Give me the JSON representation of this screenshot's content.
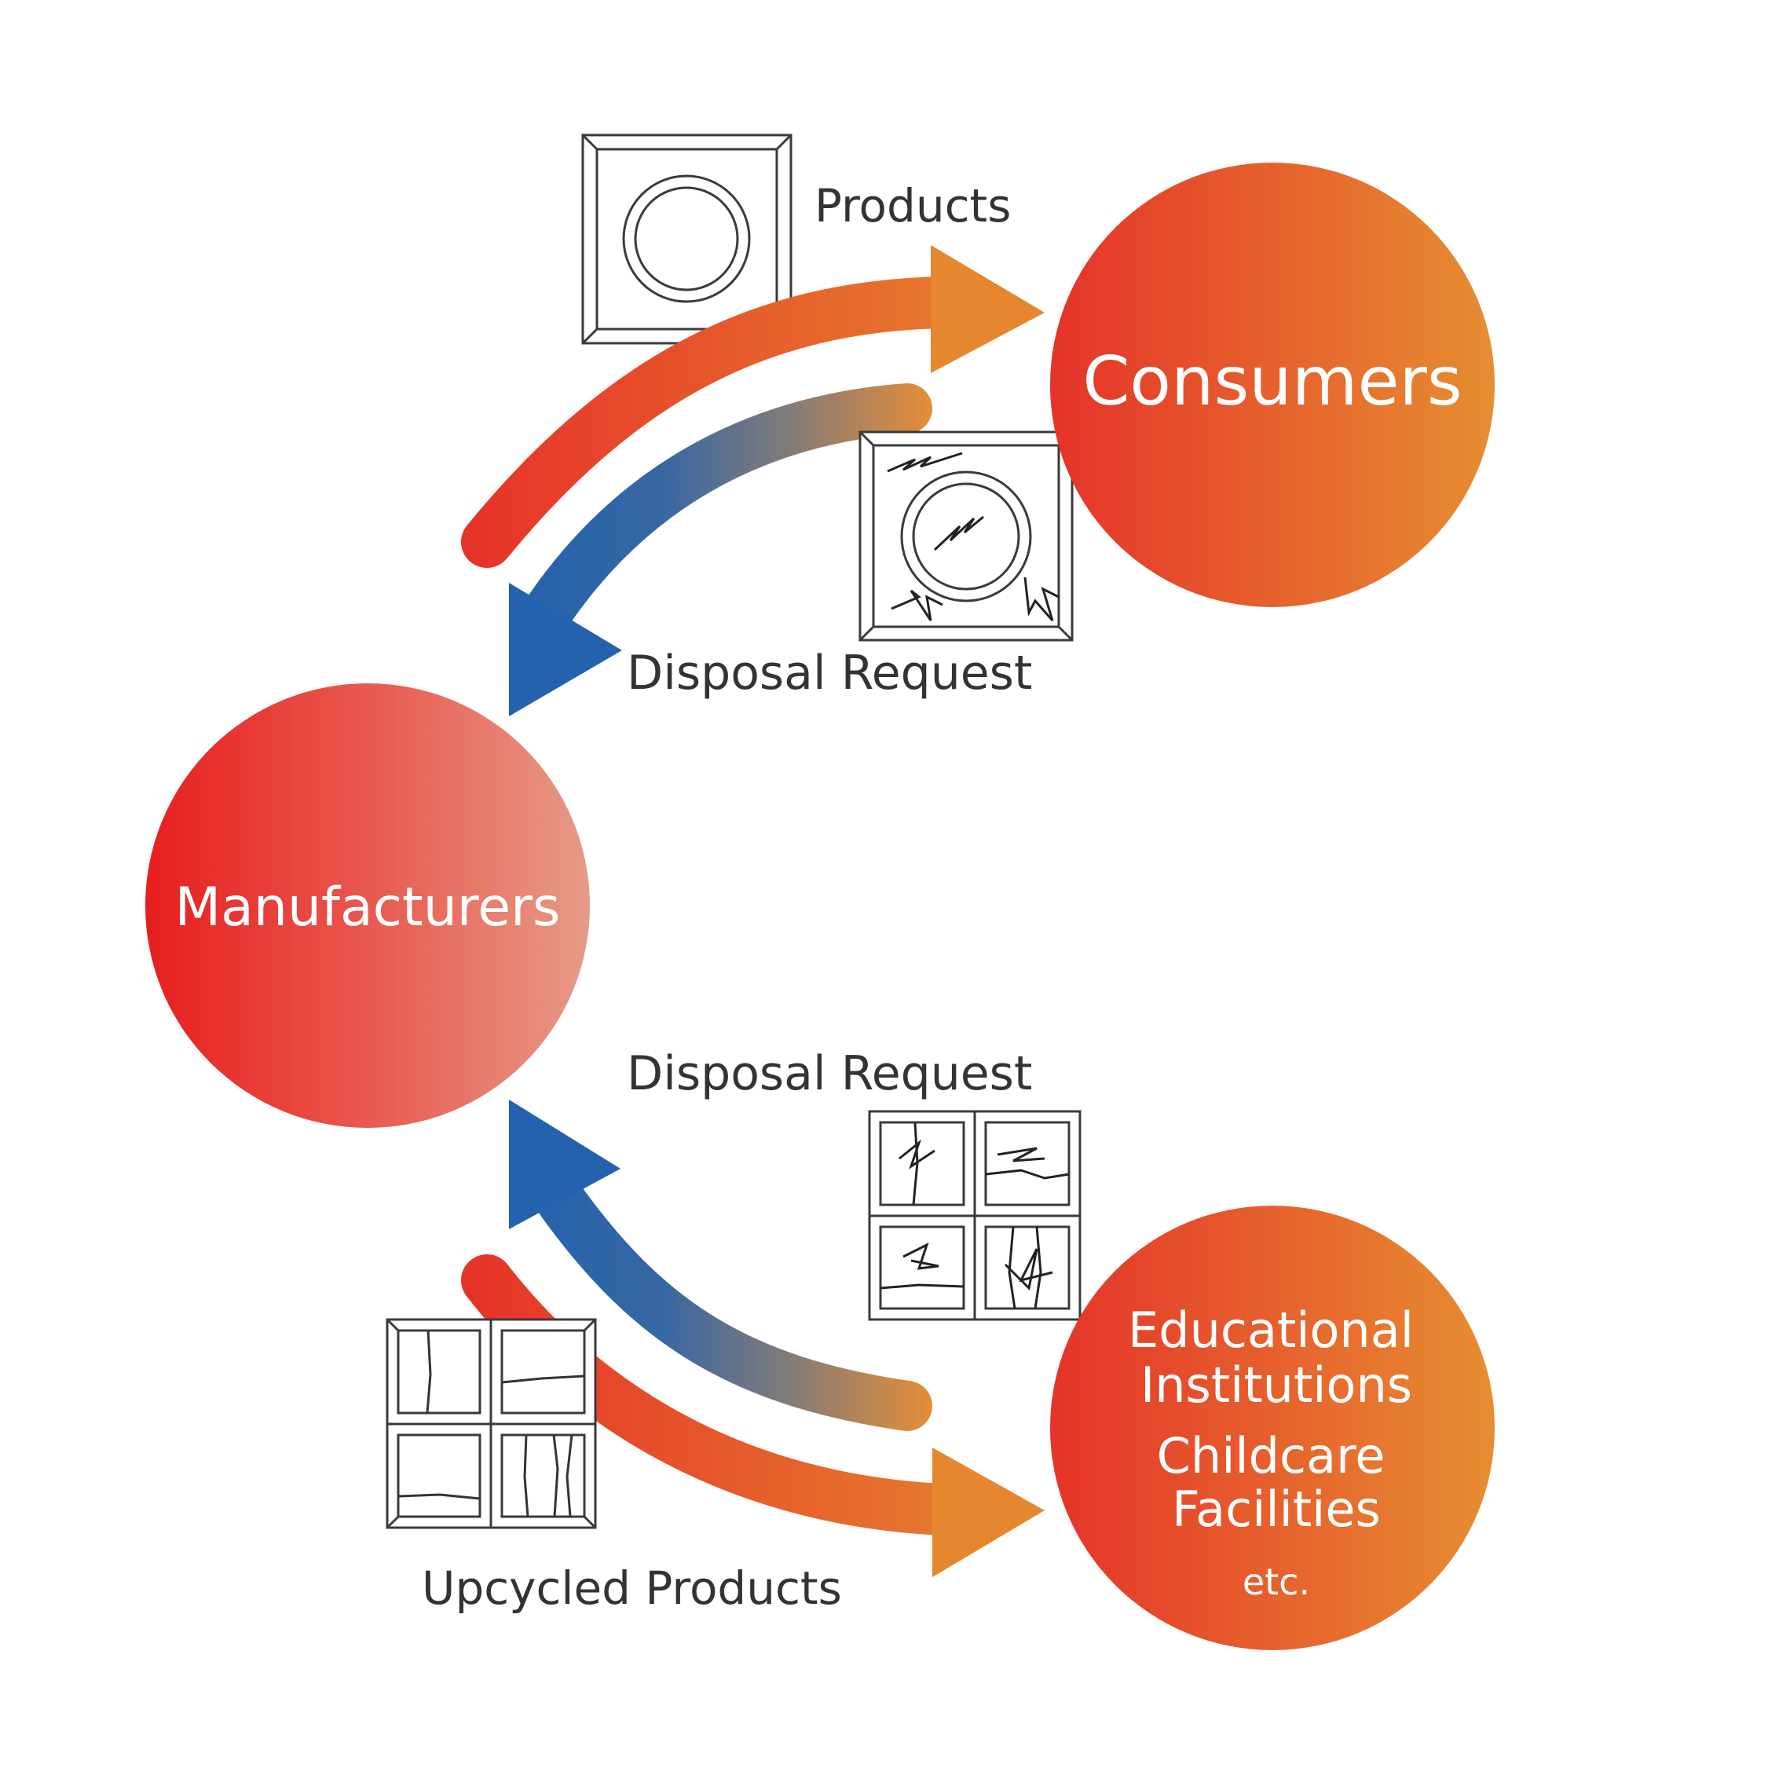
{
  "nodes": {
    "consumers": {
      "label": "Consumers"
    },
    "manufacturers": {
      "label": "Manufacturers"
    },
    "institutions": {
      "line1": "Educational",
      "line2": "Institutions",
      "line3": "Childcare",
      "line4": "Facilities",
      "line5": "etc."
    }
  },
  "labels": {
    "products": "Products",
    "disposal_request_top": "Disposal Request",
    "disposal_request_bottom": "Disposal Request",
    "upcycled_products": "Upcycled Products"
  },
  "icons": {
    "product_top": "plate-icon",
    "broken_product": "broken-plate-icon",
    "broken_tiles": "broken-tiles-icon",
    "upcycled_tiles": "upcycled-tiles-icon"
  },
  "colors": {
    "red": "#e82020",
    "orange": "#e68a30",
    "blue": "#2a64b0",
    "text": "#333333"
  }
}
